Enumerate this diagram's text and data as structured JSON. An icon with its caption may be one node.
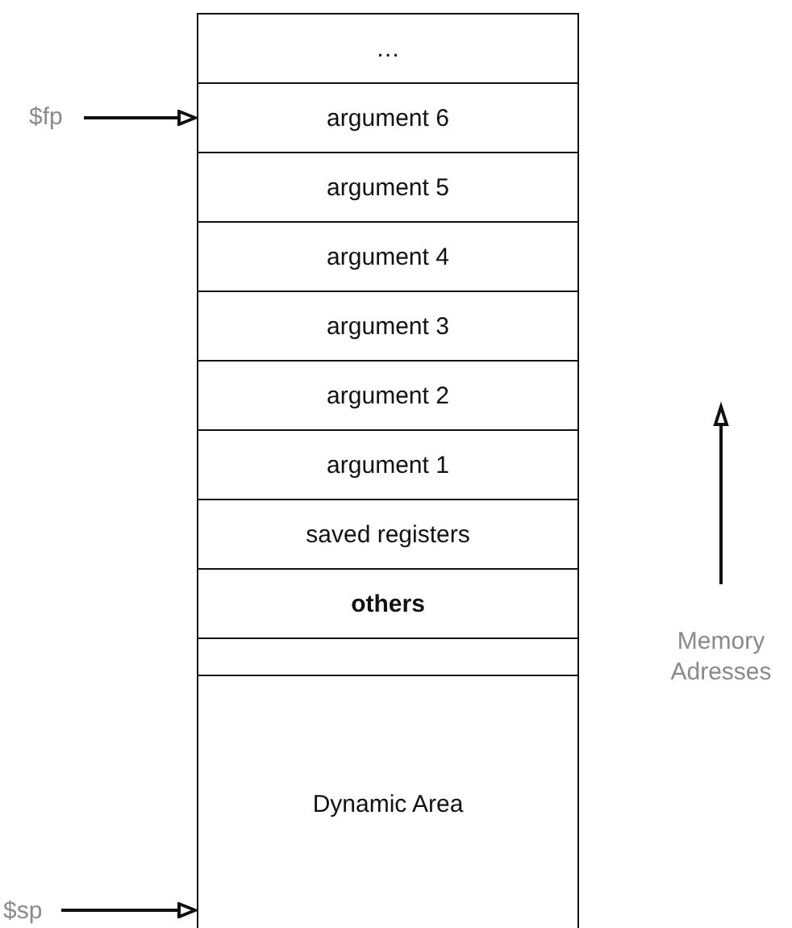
{
  "diagram": {
    "nodes": [
      {
        "text": [
          "…"
        ]
      },
      {
        "text": [
          "argument 6"
        ]
      },
      {
        "text": [
          "argument 5"
        ]
      },
      {
        "text": [
          "argument 4"
        ]
      },
      {
        "text": [
          "argument 3"
        ]
      },
      {
        "text": [
          "argument 2"
        ]
      },
      {
        "text": [
          "argument 1"
        ]
      },
      {
        "text": [
          "saved registers"
        ]
      },
      {
        "text": [
          "others"
        ]
      },
      {
        "text": [],
        "shape": "box"
      },
      {
        "text": [
          "Dynamic Area"
        ]
      },
      {
        "text": [
          "$fp"
        ]
      },
      {
        "text": [
          "$sp"
        ]
      }
    ],
    "edges": [
      {
        "from": 11,
        "to": 1,
        "arrow": "to"
      },
      {
        "from": 12,
        "to": 10,
        "arrow": "to"
      }
    ],
    "labels": [
      "Memory Adresses"
    ]
  }
}
